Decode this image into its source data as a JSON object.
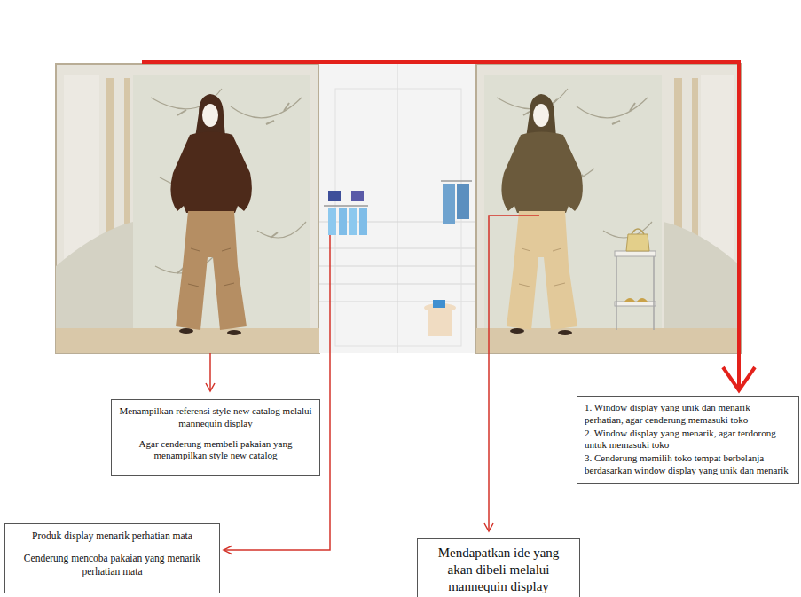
{
  "diagram": {
    "nodes": [
      {
        "text": [
          "Menampilkan referensi style new catalog melalui mannequin display",
          "Agar cenderung membeli pakaian yang menampilkan style new catalog"
        ]
      },
      {
        "text": [
          "1. Window display yang unik dan menarik perhatian, agar cenderung memasuki toko",
          "2. Window display yang menarik, agar terdorong untuk memasuki toko",
          "3. Cenderung memilih toko tempat berbelanja berdasarkan window display yang unik dan menarik"
        ]
      },
      {
        "text": [
          "Produk display menarik perhatian mata",
          "Cenderung mencoba pakaian yang menarik perhatian mata"
        ]
      },
      {
        "text": [
          "Mendapatkan ide yang akan dibeli melalui mannequin display"
        ]
      }
    ]
  }
}
